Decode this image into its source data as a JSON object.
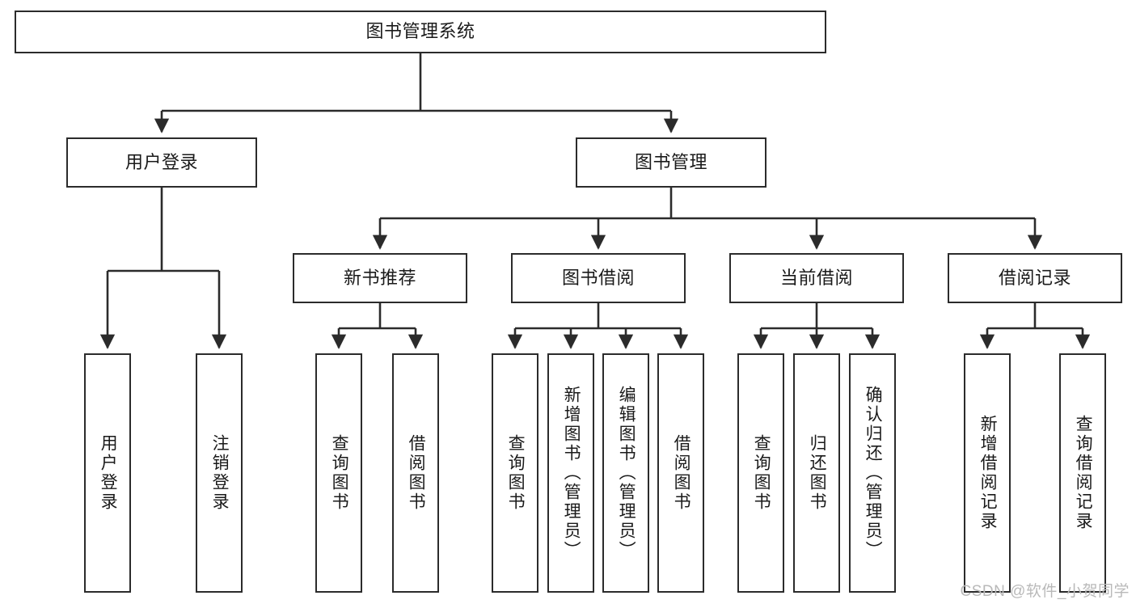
{
  "diagram": {
    "title": "图书管理系统",
    "type": "tree-hierarchy-chart",
    "root": {
      "label": "图书管理系统"
    },
    "level2": [
      {
        "label": "用户登录"
      },
      {
        "label": "图书管理"
      }
    ],
    "level3": [
      {
        "label": "新书推荐"
      },
      {
        "label": "图书借阅"
      },
      {
        "label": "当前借阅"
      },
      {
        "label": "借阅记录"
      }
    ],
    "leaves_user_login": [
      {
        "label": "用户登录"
      },
      {
        "label": "注销登录"
      }
    ],
    "leaves_new_book": [
      {
        "label": "查询图书"
      },
      {
        "label": "借阅图书"
      }
    ],
    "leaves_borrow": [
      {
        "label": "查询图书"
      },
      {
        "label": "新增图书（管理员）"
      },
      {
        "label": "编辑图书（管理员）"
      },
      {
        "label": "借阅图书"
      }
    ],
    "leaves_current": [
      {
        "label": "查询图书"
      },
      {
        "label": "归还图书"
      },
      {
        "label": "确认归还（管理员）"
      }
    ],
    "leaves_record": [
      {
        "label": "新增借阅记录"
      },
      {
        "label": "查询借阅记录"
      }
    ],
    "colors": {
      "stroke": "#2b2b2b",
      "fill": "#ffffff",
      "text": "#1a1a1a",
      "watermark": "#b9b9b9"
    }
  },
  "watermark": {
    "text": "CSDN @软件_小贺同学"
  }
}
